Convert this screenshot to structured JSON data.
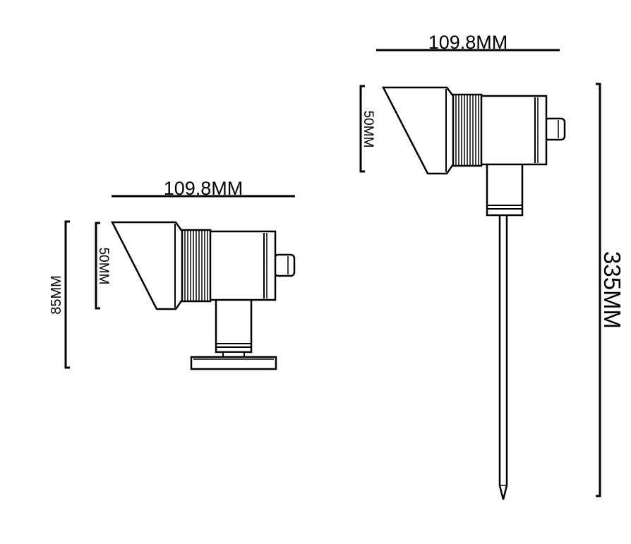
{
  "left_fixture": {
    "width_label": "109.8MM",
    "head_height_label": "50MM",
    "total_height_label": "85MM"
  },
  "right_fixture": {
    "width_label": "109.8MM",
    "head_height_label": "50MM",
    "total_height_label": "335MM"
  }
}
